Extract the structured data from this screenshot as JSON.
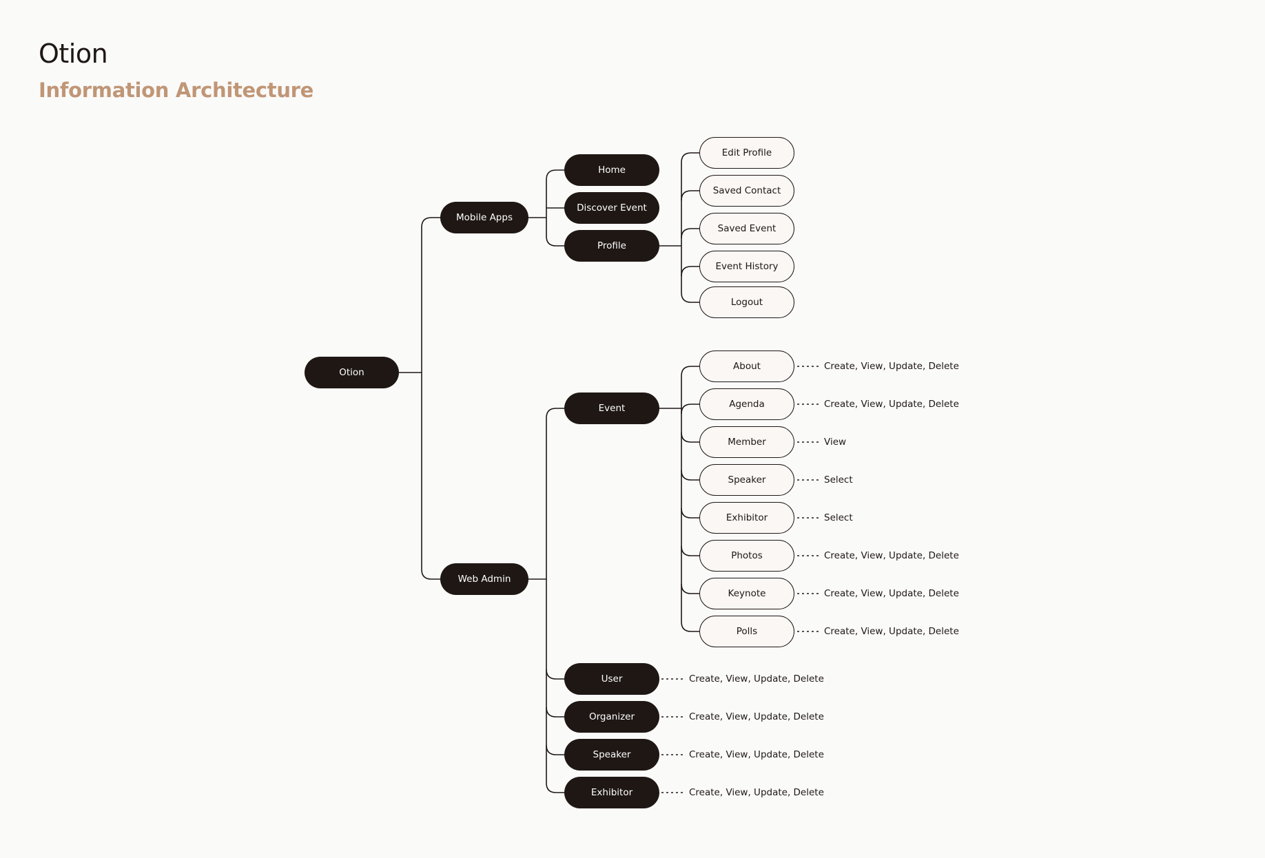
{
  "header": {
    "title": "Otion",
    "subtitle": "Information Architecture"
  },
  "tree": {
    "root": "Otion",
    "mobile": {
      "label": "Mobile Apps",
      "home": "Home",
      "discover": "Discover Event",
      "profile": "Profile",
      "profile_items": [
        "Edit Profile",
        "Saved Contact",
        "Saved Event",
        "Event History",
        "Logout"
      ]
    },
    "web": {
      "label": "Web Admin",
      "event": "Event",
      "event_items": [
        {
          "label": "About",
          "note": "Create, View, Update, Delete"
        },
        {
          "label": "Agenda",
          "note": "Create, View, Update, Delete"
        },
        {
          "label": "Member",
          "note": "View"
        },
        {
          "label": "Speaker",
          "note": "Select"
        },
        {
          "label": "Exhibitor",
          "note": "Select"
        },
        {
          "label": "Photos",
          "note": "Create, View, Update, Delete"
        },
        {
          "label": "Keynote",
          "note": "Create, View, Update, Delete"
        },
        {
          "label": "Polls",
          "note": "Create, View, Update, Delete"
        }
      ],
      "other_items": [
        {
          "label": "User",
          "note": "Create, View, Update, Delete"
        },
        {
          "label": "Organizer",
          "note": "Create, View, Update, Delete"
        },
        {
          "label": "Speaker",
          "note": "Create, View, Update, Delete"
        },
        {
          "label": "Exhibitor",
          "note": "Create, View, Update, Delete"
        }
      ]
    }
  },
  "colors": {
    "dark_node": "#1e1714",
    "light_node": "#faf7f4",
    "subtitle": "#c09676",
    "background": "#fafaf9"
  }
}
